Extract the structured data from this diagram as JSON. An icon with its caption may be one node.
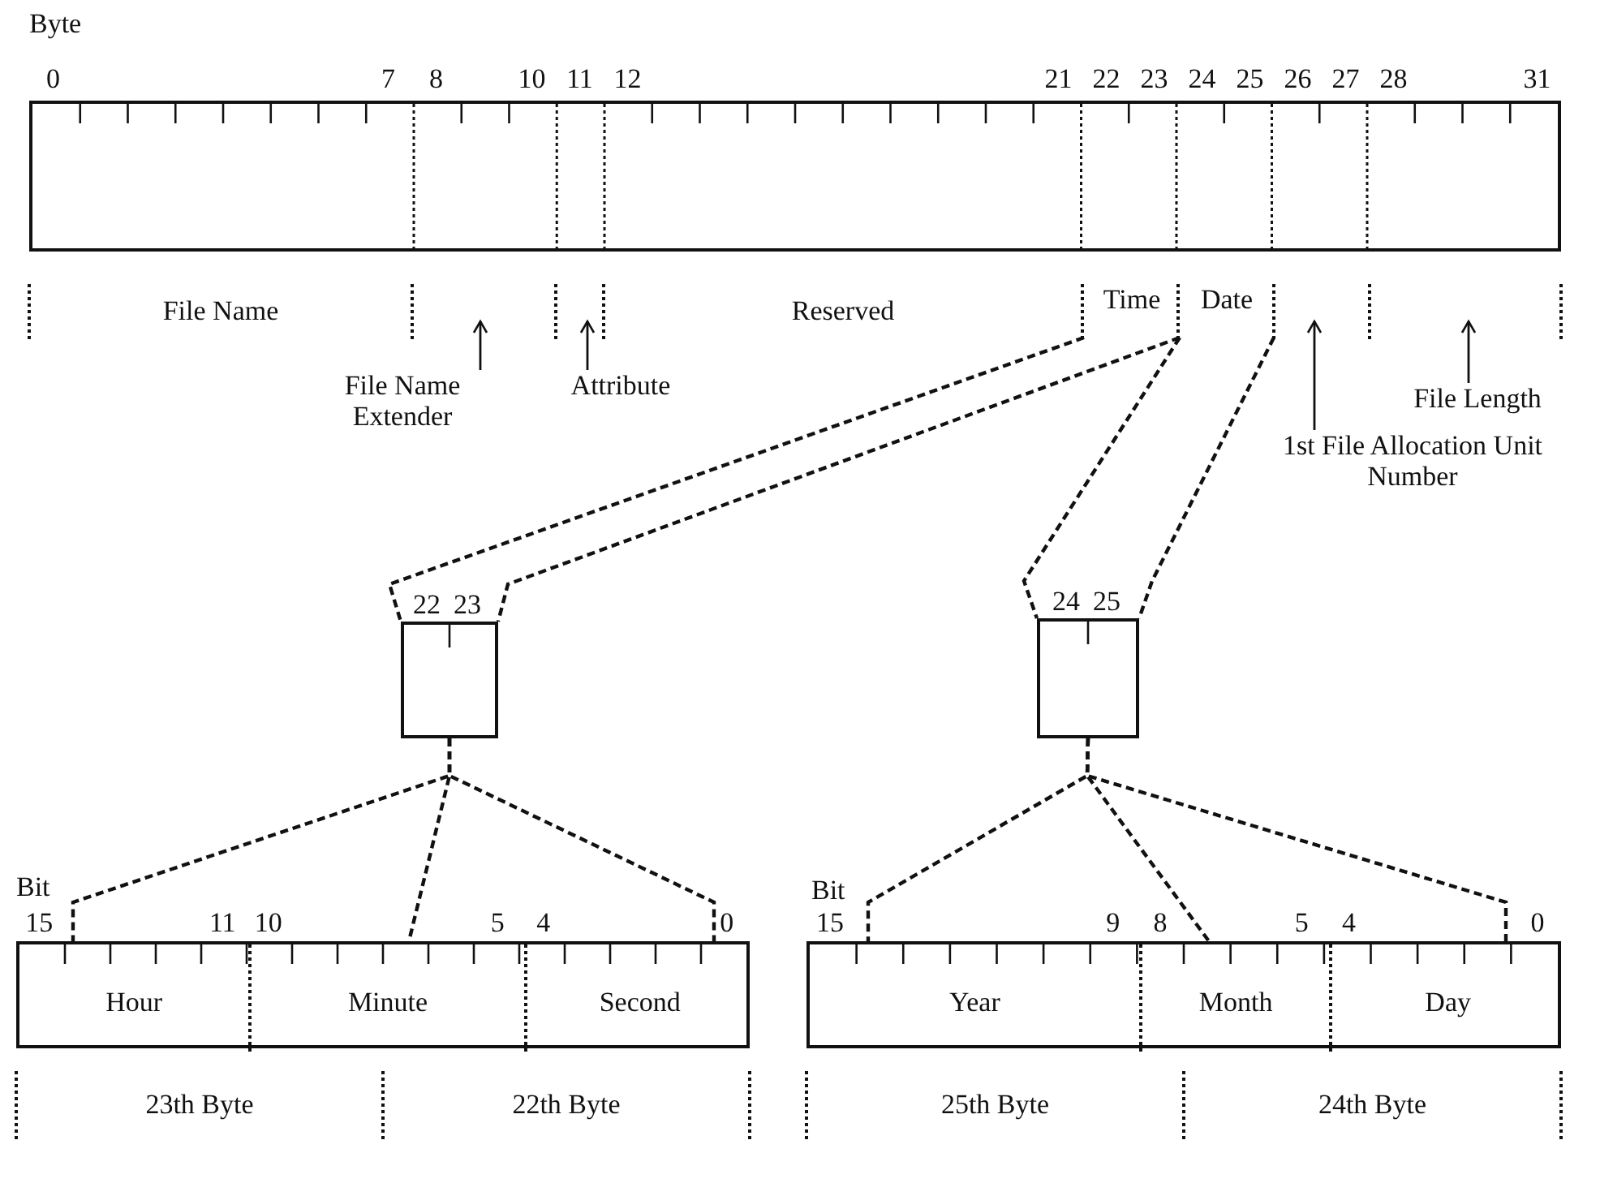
{
  "diagram": {
    "nodes": [
      {
        "text": [],
        "shape": "bar"
      },
      {
        "text": [
          "Time"
        ]
      },
      {
        "text": [
          "Date"
        ]
      },
      {
        "text": [
          "File Name Extender"
        ]
      },
      {
        "text": [
          "Attribute"
        ]
      },
      {
        "text": [
          "File Length"
        ]
      },
      {
        "text": [
          "1st File Allocation Unit Number"
        ]
      },
      {
        "text": [],
        "shape": "box"
      },
      {
        "text": [],
        "shape": "box"
      },
      {
        "text": [],
        "shape": "bar"
      },
      {
        "text": [
          "Hour"
        ],
        "in": 9
      },
      {
        "text": [
          "Minute"
        ],
        "in": 9
      },
      {
        "text": [
          "Second"
        ],
        "in": 9
      },
      {
        "text": [],
        "shape": "bar"
      },
      {
        "text": [
          "Year"
        ],
        "in": 13
      },
      {
        "text": [
          "Month"
        ],
        "in": 13
      },
      {
        "text": [
          "Day"
        ],
        "in": 13
      }
    ],
    "edges": [
      {
        "from": 1,
        "to": 7,
        "arrow": "none",
        "style": "dashed"
      },
      {
        "from": 1,
        "to": 7,
        "arrow": "none",
        "style": "dashed"
      },
      {
        "from": 2,
        "to": 8,
        "arrow": "none",
        "style": "dashed"
      },
      {
        "from": 2,
        "to": 8,
        "arrow": "none",
        "style": "dashed"
      },
      {
        "from": 3,
        "to": null,
        "arrow": "to"
      },
      {
        "from": 4,
        "to": null,
        "arrow": "to"
      },
      {
        "from": 6,
        "to": null,
        "arrow": "to"
      },
      {
        "from": 5,
        "to": null,
        "arrow": "to"
      },
      {
        "from": 7,
        "to": 9,
        "arrow": "none",
        "style": "dashed"
      },
      {
        "from": 7,
        "to": 9,
        "arrow": "none",
        "style": "dashed"
      },
      {
        "from": 7,
        "to": 9,
        "arrow": "none",
        "style": "dashed"
      },
      {
        "from": 8,
        "to": 13,
        "arrow": "none",
        "style": "dashed"
      },
      {
        "from": 8,
        "to": 13,
        "arrow": "none",
        "style": "dashed"
      },
      {
        "from": 8,
        "to": 13,
        "arrow": "none",
        "style": "dashed"
      }
    ],
    "labels": [
      "Byte",
      "0",
      "7",
      "8",
      "10",
      "11",
      "12",
      "21",
      "22",
      "23",
      "24",
      "25",
      "26",
      "27",
      "28",
      "31",
      "File Name",
      "Reserved",
      "22",
      "23",
      "24",
      "25",
      "Bit",
      "15",
      "11",
      "10",
      "5",
      "4",
      "0",
      "Bit",
      "15",
      "9",
      "8",
      "5",
      "4",
      "0",
      "23th Byte",
      "22th Byte",
      "25th Byte",
      "24th Byte"
    ]
  }
}
